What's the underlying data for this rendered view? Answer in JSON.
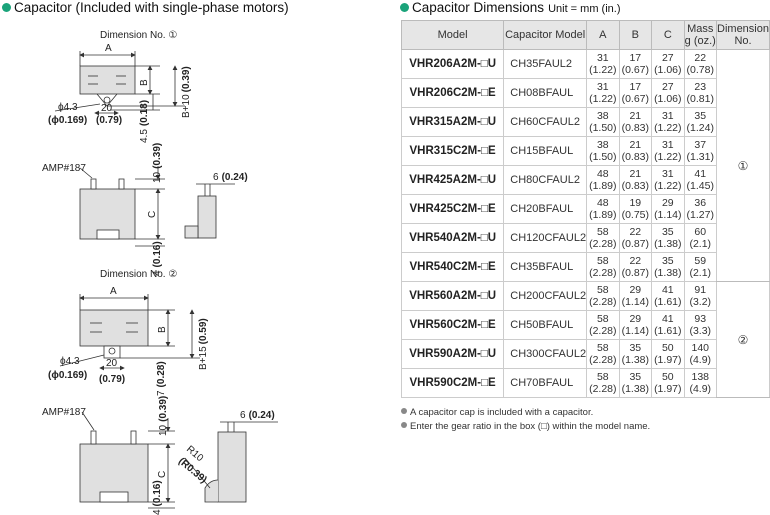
{
  "left": {
    "title": "Capacitor (Included with single-phase motors)",
    "dim1": {
      "label": "Dimension No. ①",
      "A": "A",
      "B": "B",
      "Bplus": "B+10",
      "Bplus_in": "(0.39)",
      "h45": "4.5",
      "h45_in": "(0.18)",
      "phi": "ϕ4.3",
      "phi_in": "(ϕ0.169)",
      "w20": "20",
      "w20_in": "(0.79)",
      "amp": "AMP#187",
      "t10": "10",
      "t10_in": "(0.39)",
      "w6": "6",
      "w6_in": "(0.24)",
      "C": "C",
      "b4": "4",
      "b4_in": "(0.16)"
    },
    "dim2": {
      "label": "Dimension No. ②",
      "A": "A",
      "B": "B",
      "Bplus": "B+15",
      "Bplus_in": "(0.59)",
      "h7": "7",
      "h7_in": "(0.28)",
      "phi": "ϕ4.3",
      "phi_in": "(ϕ0.169)",
      "w20": "20",
      "w20_in": "(0.79)",
      "amp": "AMP#187",
      "t10": "10",
      "t10_in": "(0.39)",
      "w6": "6",
      "w6_in": "(0.24)",
      "C": "C",
      "b4": "4",
      "b4_in": "(0.16)",
      "r10": "R10",
      "r10_in": "(R0.39)"
    }
  },
  "right": {
    "title": "Capacitor Dimensions",
    "unit": "Unit = mm (in.)",
    "headers": {
      "model": "Model",
      "capacitor": "Capacitor Model",
      "a": "A",
      "b": "B",
      "c": "C",
      "mass": "Mass g (oz.)",
      "dimno": "Dimension No."
    },
    "rows": [
      {
        "model": "VHR206A2M-□U",
        "cap": "CH35FAUL2",
        "a": "31",
        "a_in": "(1.22)",
        "b": "17",
        "b_in": "(0.67)",
        "c": "27",
        "c_in": "(1.06)",
        "mass": "22",
        "mass_in": "(0.78)"
      },
      {
        "model": "VHR206C2M-□E",
        "cap": "CH08BFAUL",
        "a": "31",
        "a_in": "(1.22)",
        "b": "17",
        "b_in": "(0.67)",
        "c": "27",
        "c_in": "(1.06)",
        "mass": "23",
        "mass_in": "(0.81)"
      },
      {
        "model": "VHR315A2M-□U",
        "cap": "CH60CFAUL2",
        "a": "38",
        "a_in": "(1.50)",
        "b": "21",
        "b_in": "(0.83)",
        "c": "31",
        "c_in": "(1.22)",
        "mass": "35",
        "mass_in": "(1.24)"
      },
      {
        "model": "VHR315C2M-□E",
        "cap": "CH15BFAUL",
        "a": "38",
        "a_in": "(1.50)",
        "b": "21",
        "b_in": "(0.83)",
        "c": "31",
        "c_in": "(1.22)",
        "mass": "37",
        "mass_in": "(1.31)"
      },
      {
        "model": "VHR425A2M-□U",
        "cap": "CH80CFAUL2",
        "a": "48",
        "a_in": "(1.89)",
        "b": "21",
        "b_in": "(0.83)",
        "c": "31",
        "c_in": "(1.22)",
        "mass": "41",
        "mass_in": "(1.45)"
      },
      {
        "model": "VHR425C2M-□E",
        "cap": "CH20BFAUL",
        "a": "48",
        "a_in": "(1.89)",
        "b": "19",
        "b_in": "(0.75)",
        "c": "29",
        "c_in": "(1.14)",
        "mass": "36",
        "mass_in": "(1.27)"
      },
      {
        "model": "VHR540A2M-□U",
        "cap": "CH120CFAUL2",
        "a": "58",
        "a_in": "(2.28)",
        "b": "22",
        "b_in": "(0.87)",
        "c": "35",
        "c_in": "(1.38)",
        "mass": "60",
        "mass_in": "(2.1)"
      },
      {
        "model": "VHR540C2M-□E",
        "cap": "CH35BFAUL",
        "a": "58",
        "a_in": "(2.28)",
        "b": "22",
        "b_in": "(0.87)",
        "c": "35",
        "c_in": "(1.38)",
        "mass": "59",
        "mass_in": "(2.1)"
      },
      {
        "model": "VHR560A2M-□U",
        "cap": "CH200CFAUL2",
        "a": "58",
        "a_in": "(2.28)",
        "b": "29",
        "b_in": "(1.14)",
        "c": "41",
        "c_in": "(1.61)",
        "mass": "91",
        "mass_in": "(3.2)"
      },
      {
        "model": "VHR560C2M-□E",
        "cap": "CH50BFAUL",
        "a": "58",
        "a_in": "(2.28)",
        "b": "29",
        "b_in": "(1.14)",
        "c": "41",
        "c_in": "(1.61)",
        "mass": "93",
        "mass_in": "(3.3)"
      },
      {
        "model": "VHR590A2M-□U",
        "cap": "CH300CFAUL2",
        "a": "58",
        "a_in": "(2.28)",
        "b": "35",
        "b_in": "(1.38)",
        "c": "50",
        "c_in": "(1.97)",
        "mass": "140",
        "mass_in": "(4.9)"
      },
      {
        "model": "VHR590C2M-□E",
        "cap": "CH70BFAUL",
        "a": "58",
        "a_in": "(2.28)",
        "b": "35",
        "b_in": "(1.38)",
        "c": "50",
        "c_in": "(1.97)",
        "mass": "138",
        "mass_in": "(4.9)"
      }
    ],
    "groups": [
      "①",
      "②"
    ],
    "notes": [
      "A capacitor cap is included with a capacitor.",
      "Enter the gear ratio in the box (□) within the model name."
    ]
  },
  "colors": {
    "accent_dot": "#1aa37a",
    "header_bg": "#e6e6e6",
    "drawing_fill": "#e0e0e0"
  }
}
